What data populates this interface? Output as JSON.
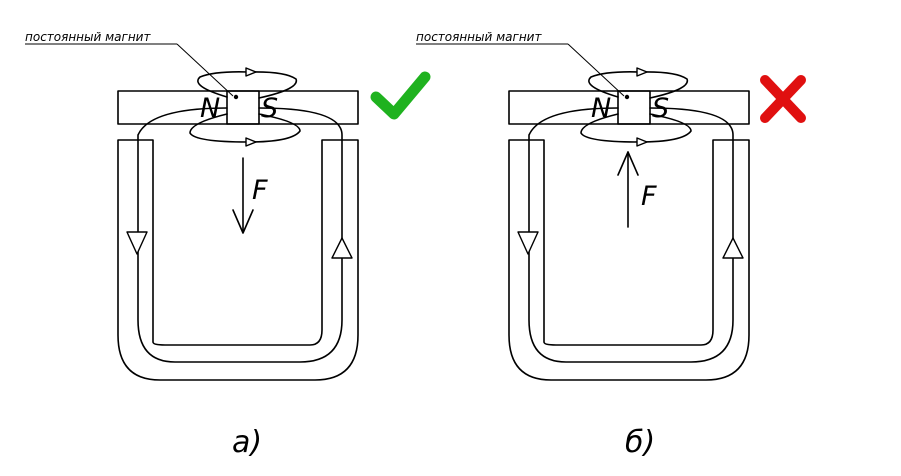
{
  "panels": [
    {
      "magnet_label": "постоянный магнит",
      "pole_n": "N",
      "pole_s": "S",
      "force_label": "F",
      "caption": "а)",
      "force_direction": "down",
      "status": "correct",
      "status_color": "#1fb21f"
    },
    {
      "magnet_label": "постоянный магнит",
      "pole_n": "N",
      "pole_s": "S",
      "force_label": "F",
      "caption": "б)",
      "force_direction": "up",
      "status": "incorrect",
      "status_color": "#e01010"
    }
  ]
}
